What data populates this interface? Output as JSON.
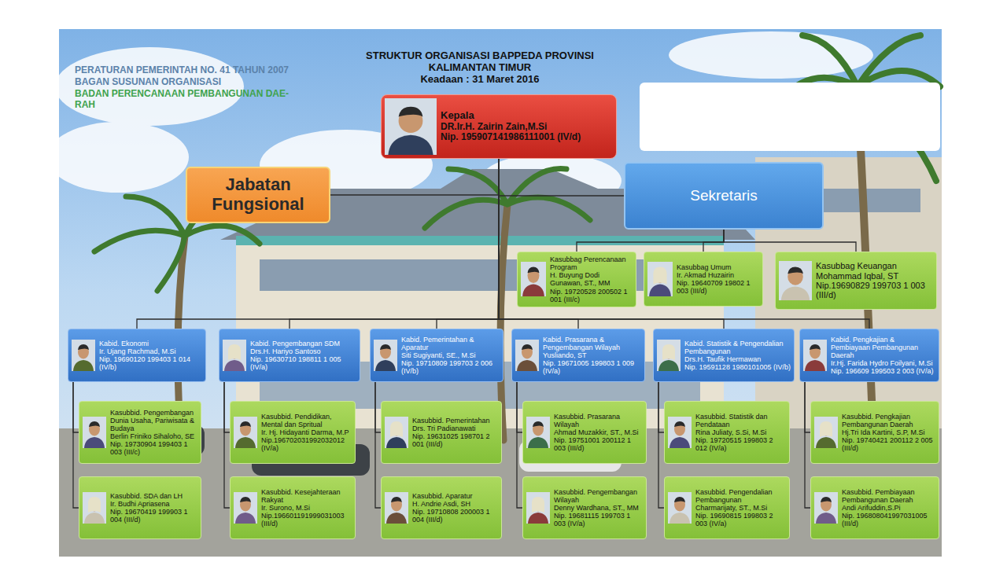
{
  "diagram": {
    "title": "STRUKTUR ORGANISASI BAPPEDA PROVINSI KALIMANTAN TIMUR",
    "nodes": [
      {
        "text": [
          "Kepala",
          "DR.Ir.H. Zairin Zain,M.Si",
          "Nip. 195907141986111001 (IV/d)"
        ]
      },
      {
        "text": [
          "Jabatan Fungsional"
        ]
      },
      {
        "text": [
          "Sekretaris"
        ]
      },
      {
        "text": [
          "Kasubbag Perencanaan Program",
          "H. Buyung Dodi Gunawan, ST., MM",
          "Nip. 19720528 200502 1 001 (III/c)"
        ]
      },
      {
        "text": [
          "Kasubbag Umum",
          "Ir. Akmad Huzairin",
          "Nip. 19640709 19802 1 003 (III/d)"
        ]
      },
      {
        "text": [
          "Kasubbag Keuangan",
          "Mohammad Iqbal, ST",
          "Nip.19690829 199703 1 003 (III/d)"
        ]
      },
      {
        "text": [
          "Kabid. Ekonomi",
          "Ir. Ujang Rachmad, M.Si",
          "Nip. 19690120 199403 1 014 (IV/b)"
        ]
      },
      {
        "text": [
          "Kabid. Pengembangan SDM",
          "Drs.H. Hariyo Santoso",
          "Nip. 19630710 198811 1 005 (IV/a)"
        ]
      },
      {
        "text": [
          "Kabid. Pemerintahan & Aparatur",
          "Siti Sugiyanti, SE., M.Si",
          "Nip. 19710809 199703 2 006 (IV/b)"
        ]
      },
      {
        "text": [
          "Kabid. Prasarana & Pengembangan Wilayah",
          "Yusliando, ST",
          "Nip. 19671005 199803 1 009 (IV/a)"
        ]
      },
      {
        "text": [
          "Kabid. Statistik & Pengendalian Pembangunan",
          "Drs.H. Taufik Hermawan",
          "Nip. 19591128 1980101005 (IV/b)"
        ]
      },
      {
        "text": [
          "Kabid. Pengkajian & Pembiayaan Pembangunan Daerah",
          "Ir.Hj. Farida Hydro Foilyani, M.Si",
          "Nip. 196609 199503 2 003 (IV/a)"
        ]
      },
      {
        "text": [
          "Kasubbid. Pengembangan Dunia Usaha, Pariwisata & Budaya",
          "Berlin Friniko Sihaloho, SE",
          "Nip. 19730904 199403 1 003 (III/c)"
        ]
      },
      {
        "text": [
          "Kasubbid. SDA dan LH",
          "Ir. Budhi Apriasena",
          "Nip. 19670419 199903 1 004 (III/d)"
        ]
      },
      {
        "text": [
          "Kasubbid. Pendidikan, Mental dan Spritual",
          "Ir. Hj. Hidayanti Darma, M.P",
          "Nip.196702031992032012 (IV/a)"
        ]
      },
      {
        "text": [
          "Kasubbid. Kesejahteraan Rakyat",
          "Ir. Surono, M.Si",
          "Nip.196601191999031003 (III/d)"
        ]
      },
      {
        "text": [
          "Kasubbid. Pemerintahan",
          "Drs. Tri Padianawati",
          "Nip. 19631025 198701 2 001 (III/d)"
        ]
      },
      {
        "text": [
          "Kasubbid. Aparatur",
          "H. Andrie Asdi, SH",
          "Nip. 19710808 200003 1 004 (III/d)"
        ]
      },
      {
        "text": [
          "Kasubbid. Prasarana Wilayah",
          "Ahmad Muzakkir, ST., M.Si",
          "Nip. 19751001 200112 1 003 (III/d)"
        ]
      },
      {
        "text": [
          "Kasubbid. Pengembangan Wilayah",
          "Denny Wardhana, ST., MM",
          "Nip. 19681115 199703 1 003 (IV/a)"
        ]
      },
      {
        "text": [
          "Kasubbid. Statistik dan Pendataan",
          "Rina Juliaty, S.Si, M.Si",
          "Nip. 19720515 199803 2 012 (IV/a)"
        ]
      },
      {
        "text": [
          "Kasubbid. Pengendalian Pembangunan",
          "Charmarijaty, ST., M.Si",
          "Nip. 19690815 199803 2 003 (IV/a)"
        ]
      },
      {
        "text": [
          "Kasubbid. Pengkajian Pembangunan Daerah",
          "Hj.Tri Ida Kartini, S.P, M.Si",
          "Nip. 19740421 200112 2 005 (III/d)"
        ]
      },
      {
        "text": [
          "Kasubbid. Pembiayaan Pembangunan Daerah",
          "Andi Arifuddin,S.Pi",
          "Nip. 196808041997031005 (III/d)"
        ]
      }
    ],
    "edges": [
      {
        "from": 0,
        "to": 1,
        "arrow": "none"
      },
      {
        "from": 0,
        "to": 2,
        "arrow": "none"
      },
      {
        "from": 2,
        "to": 3,
        "arrow": "none"
      },
      {
        "from": 2,
        "to": 4,
        "arrow": "none"
      },
      {
        "from": 2,
        "to": 5,
        "arrow": "none"
      },
      {
        "from": 0,
        "to": 6,
        "arrow": "none"
      },
      {
        "from": 0,
        "to": 7,
        "arrow": "none"
      },
      {
        "from": 0,
        "to": 8,
        "arrow": "none"
      },
      {
        "from": 0,
        "to": 9,
        "arrow": "none"
      },
      {
        "from": 0,
        "to": 10,
        "arrow": "none"
      },
      {
        "from": 0,
        "to": 11,
        "arrow": "none"
      },
      {
        "from": 6,
        "to": 12,
        "arrow": "none"
      },
      {
        "from": 6,
        "to": 13,
        "arrow": "none"
      },
      {
        "from": 7,
        "to": 14,
        "arrow": "none"
      },
      {
        "from": 7,
        "to": 15,
        "arrow": "none"
      },
      {
        "from": 8,
        "to": 16,
        "arrow": "none"
      },
      {
        "from": 8,
        "to": 17,
        "arrow": "none"
      },
      {
        "from": 9,
        "to": 18,
        "arrow": "none"
      },
      {
        "from": 9,
        "to": 19,
        "arrow": "none"
      },
      {
        "from": 10,
        "to": 20,
        "arrow": "none"
      },
      {
        "from": 10,
        "to": 21,
        "arrow": "none"
      },
      {
        "from": 11,
        "to": 22,
        "arrow": "none"
      },
      {
        "from": 11,
        "to": 23,
        "arrow": "none"
      }
    ],
    "labels": [
      "PERATURAN PEMERINTAH NO. 41 TAHUN 2007",
      "BAGAN SUSUNAN ORGANISASI",
      "BADAN PERENCANAAN PEMBANGUNAN DAE- RAH",
      "Keadaan : 31 Maret 2016"
    ]
  }
}
